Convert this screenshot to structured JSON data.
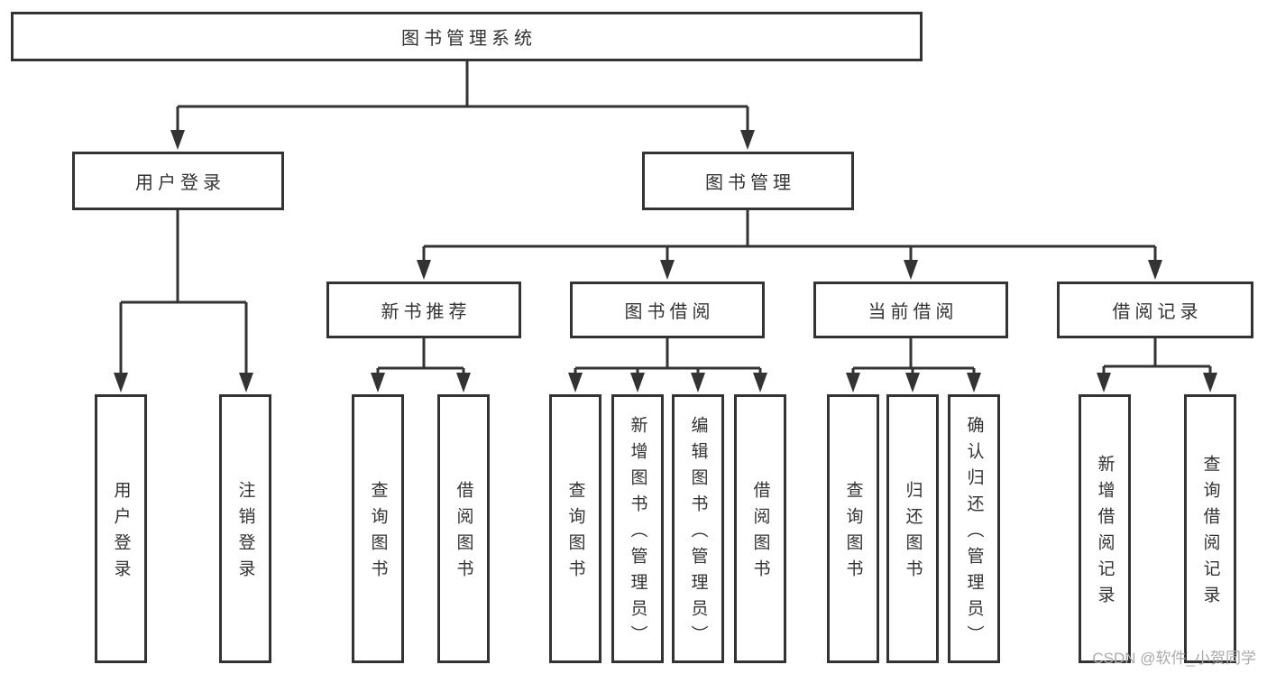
{
  "diagram": {
    "root": {
      "label": "图书管理系统",
      "children": [
        {
          "label": "用户登录",
          "children": [
            {
              "label": "用户登录"
            },
            {
              "label": "注销登录"
            }
          ]
        },
        {
          "label": "图书管理",
          "children": [
            {
              "label": "新书推荐",
              "children": [
                {
                  "label": "查询图书"
                },
                {
                  "label": "借阅图书"
                }
              ]
            },
            {
              "label": "图书借阅",
              "children": [
                {
                  "label": "查询图书"
                },
                {
                  "label": "新增图书（管理员）"
                },
                {
                  "label": "编辑图书（管理员）"
                },
                {
                  "label": "借阅图书"
                }
              ]
            },
            {
              "label": "当前借阅",
              "children": [
                {
                  "label": "查询图书"
                },
                {
                  "label": "归还图书"
                },
                {
                  "label": "确认归还（管理员）"
                }
              ]
            },
            {
              "label": "借阅记录",
              "children": [
                {
                  "label": "新增借阅记录"
                },
                {
                  "label": "查询借阅记录"
                }
              ]
            }
          ]
        }
      ]
    }
  },
  "watermark": {
    "text": "CSDN @软件_小贺同学"
  },
  "colors": {
    "line_color": "#333333",
    "text_color": "#333333",
    "box_bg": "#ffffff",
    "page_bg": "#ffffff",
    "watermark_color": "#ababab"
  }
}
